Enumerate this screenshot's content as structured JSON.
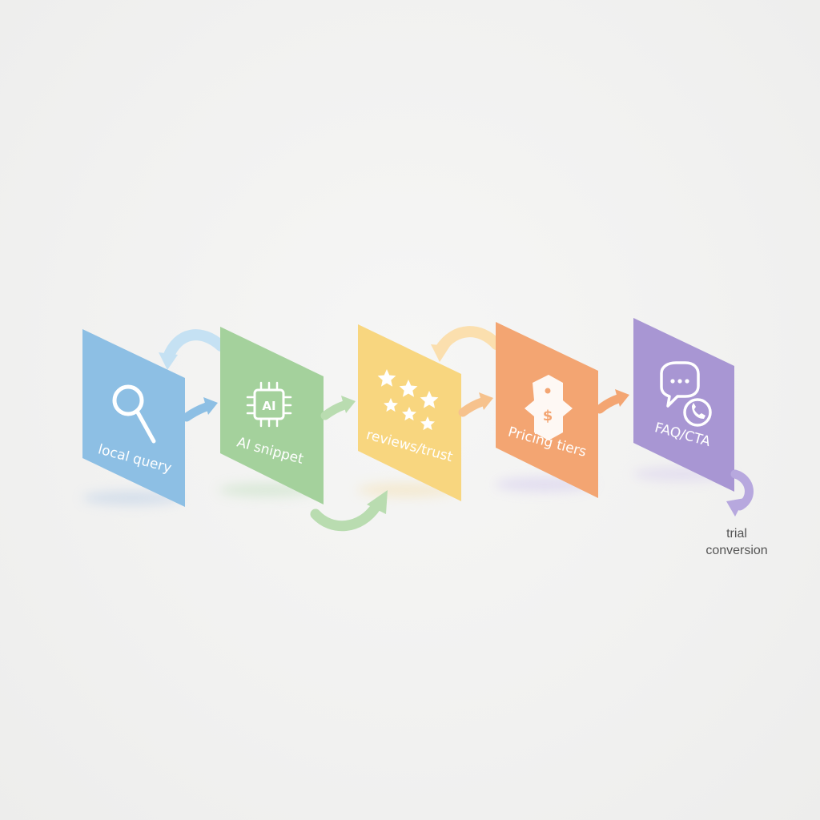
{
  "diagram": {
    "steps": [
      {
        "label": "local query",
        "icon": "magnifier-icon",
        "color": "#8dbfe4"
      },
      {
        "label": "AI snippet",
        "icon": "ai-chip-icon",
        "color": "#a4d19c"
      },
      {
        "label": "reviews/trust",
        "icon": "stars-icon",
        "color": "#f8d67f"
      },
      {
        "label": "Pricing tiers",
        "icon": "pricing-tag-icon",
        "color": "#f3a572"
      },
      {
        "label": "FAQ/CTA",
        "icon": "chat-phone-icon",
        "color": "#a896d3"
      }
    ],
    "chip_text": "AI",
    "end_label_line1": "trial",
    "end_label_line2": "conversion"
  }
}
